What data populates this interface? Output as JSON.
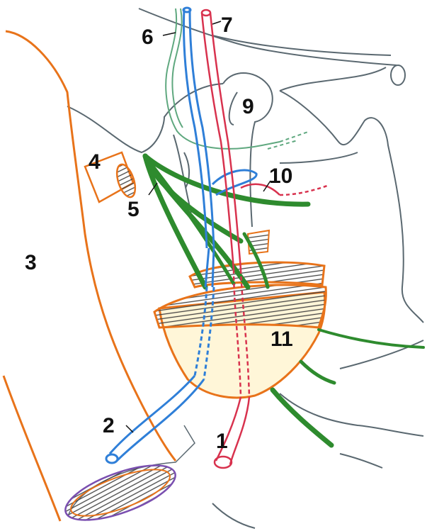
{
  "labels": {
    "l1": "1",
    "l2": "2",
    "l3": "3",
    "l4": "4",
    "l5": "5",
    "l6": "6",
    "l7": "7",
    "l9": "9",
    "l10": "10",
    "l11": "11"
  },
  "colors": {
    "bone_outline": "#5a6870",
    "skin_orange": "#e8731a",
    "nerve_green": "#2e8b2e",
    "vein_blue": "#2f7fd8",
    "artery_red": "#d8324e",
    "gland_fill": "#fff6d8",
    "hatch": "#444444"
  }
}
